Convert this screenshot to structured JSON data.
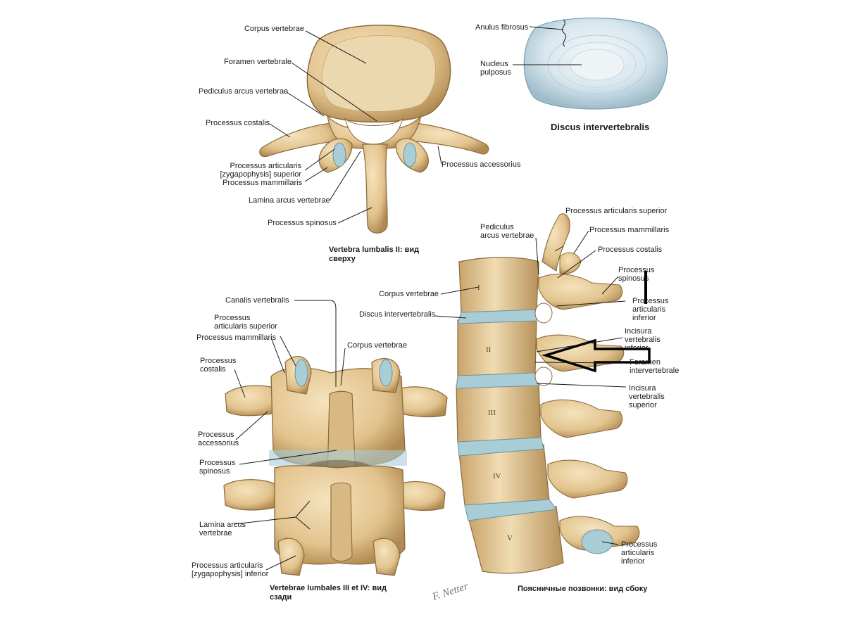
{
  "labels": {
    "top": {
      "corpus_vertebrae": "Corpus vertebrae",
      "foramen_vertebrale": "Foramen vertebrale",
      "pediculus": "Pediculus arcus vertebrae",
      "processus_costalis": "Processus costalis",
      "articularis_superior": "Processus articularis\n[zygapophysis] superior",
      "mammillaris": "Processus mammillaris",
      "lamina": "Lamina arcus vertebrae",
      "spinosus": "Processus spinosus",
      "accessorius": "Processus accessorius",
      "caption": "Vertebra lumbalis II: вид\nсверху"
    },
    "disc": {
      "anulus": "Anulus fibrosus",
      "nucleus": "Nucleus\npulposus",
      "caption": "Discus intervertebralis"
    },
    "posterior": {
      "canalis": "Canalis vertebralis",
      "articularis_superior": "Processus\narticularis superior",
      "mammillaris": "Processus mammillaris",
      "corpus": "Corpus vertebrae",
      "costalis": "Processus\ncostalis",
      "accessorius": "Processus\naccessorius",
      "spinosus": "Processus\nspinosus",
      "lamina": "Lamina arcus\nvertebrae",
      "articularis_inferior": "Processus articularis\n[zygapophysis] inferior",
      "caption": "Vertebrae lumbales III et IV: вид\nсзади"
    },
    "lateral": {
      "articularis_superior": "Processus articularis superior",
      "pediculus": "Pediculus\narcus vertebrae",
      "mammillaris": "Processus mammillaris",
      "costalis": "Processus costalis",
      "spinosus": "Processus\nspinosus",
      "corpus": "Corpus vertebrae",
      "articularis_inferior": "Processus\narticularis\ninferior",
      "discus": "Discus intervertebralis",
      "incisura_inferior": "Incisura\nvertebralis\ninferior",
      "foramen": "Foramen\nintervertebrale",
      "incisura_superior": "Incisura\nvertebralis\nsuperior",
      "articularis_inferior_bottom": "Processus\narticularis\ninferior",
      "caption": "Поясничные позвонки: вид сбоку",
      "numerals": [
        "I",
        "II",
        "III",
        "IV",
        "V"
      ]
    },
    "signature": "F. Netter"
  },
  "colors": {
    "bone": "#e8cfa0",
    "bone_shadow": "#b8955e",
    "bone_dark": "#8a6a3c",
    "cartilage": "#a9cdd6",
    "disc_ring": "#cfe2ea",
    "arrow": "#000000"
  }
}
